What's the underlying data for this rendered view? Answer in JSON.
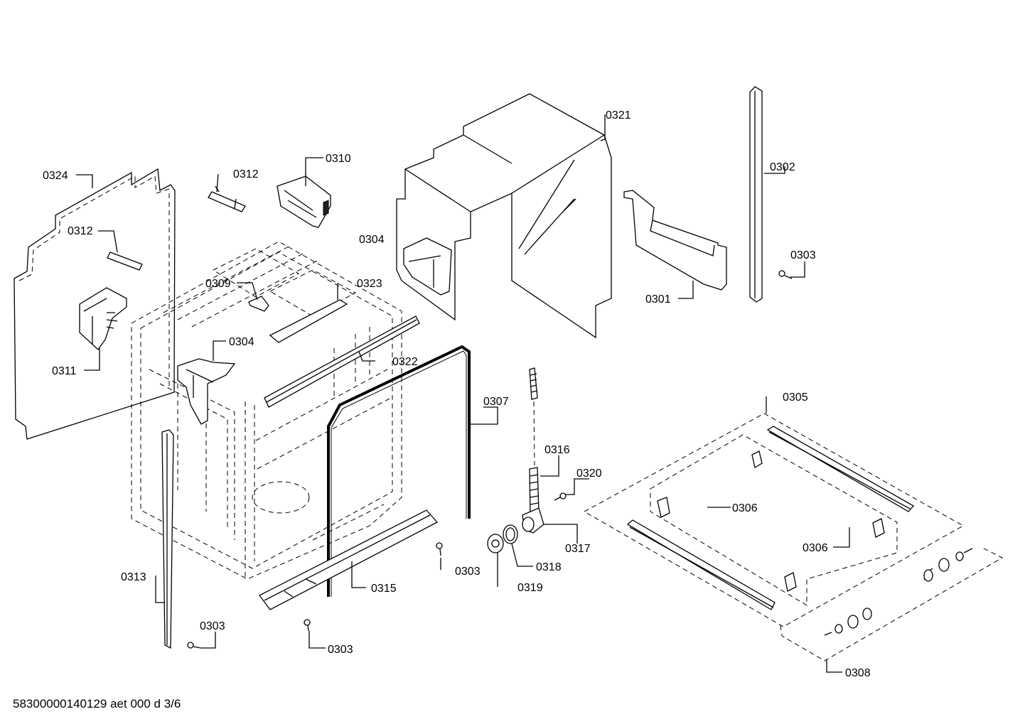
{
  "diagram": {
    "callouts": [
      {
        "id": "c0324",
        "label": "0324"
      },
      {
        "id": "c0312a",
        "label": "0312"
      },
      {
        "id": "c0312b",
        "label": "0312"
      },
      {
        "id": "c0310",
        "label": "0310"
      },
      {
        "id": "c0311",
        "label": "0311"
      },
      {
        "id": "c0309",
        "label": "0309"
      },
      {
        "id": "c0323",
        "label": "0323"
      },
      {
        "id": "c0304a",
        "label": "0304"
      },
      {
        "id": "c0304b",
        "label": "0304"
      },
      {
        "id": "c0322",
        "label": "0322"
      },
      {
        "id": "c0321",
        "label": "0321"
      },
      {
        "id": "c0302",
        "label": "0302"
      },
      {
        "id": "c0303a",
        "label": "0303"
      },
      {
        "id": "c0301",
        "label": "0301"
      },
      {
        "id": "c0307",
        "label": "0307"
      },
      {
        "id": "c0305",
        "label": "0305"
      },
      {
        "id": "c0316",
        "label": "0316"
      },
      {
        "id": "c0320",
        "label": "0320"
      },
      {
        "id": "c0306a",
        "label": "0306"
      },
      {
        "id": "c0306b",
        "label": "0306"
      },
      {
        "id": "c0317",
        "label": "0317"
      },
      {
        "id": "c0318",
        "label": "0318"
      },
      {
        "id": "c0319",
        "label": "0319"
      },
      {
        "id": "c0303b",
        "label": "0303"
      },
      {
        "id": "c0313",
        "label": "0313"
      },
      {
        "id": "c0315",
        "label": "0315"
      },
      {
        "id": "c0303c",
        "label": "0303"
      },
      {
        "id": "c0303d",
        "label": "0303"
      },
      {
        "id": "c0308",
        "label": "0308"
      }
    ]
  },
  "footer": {
    "document_id": "58300000140129 aet 000 d 3/6"
  }
}
